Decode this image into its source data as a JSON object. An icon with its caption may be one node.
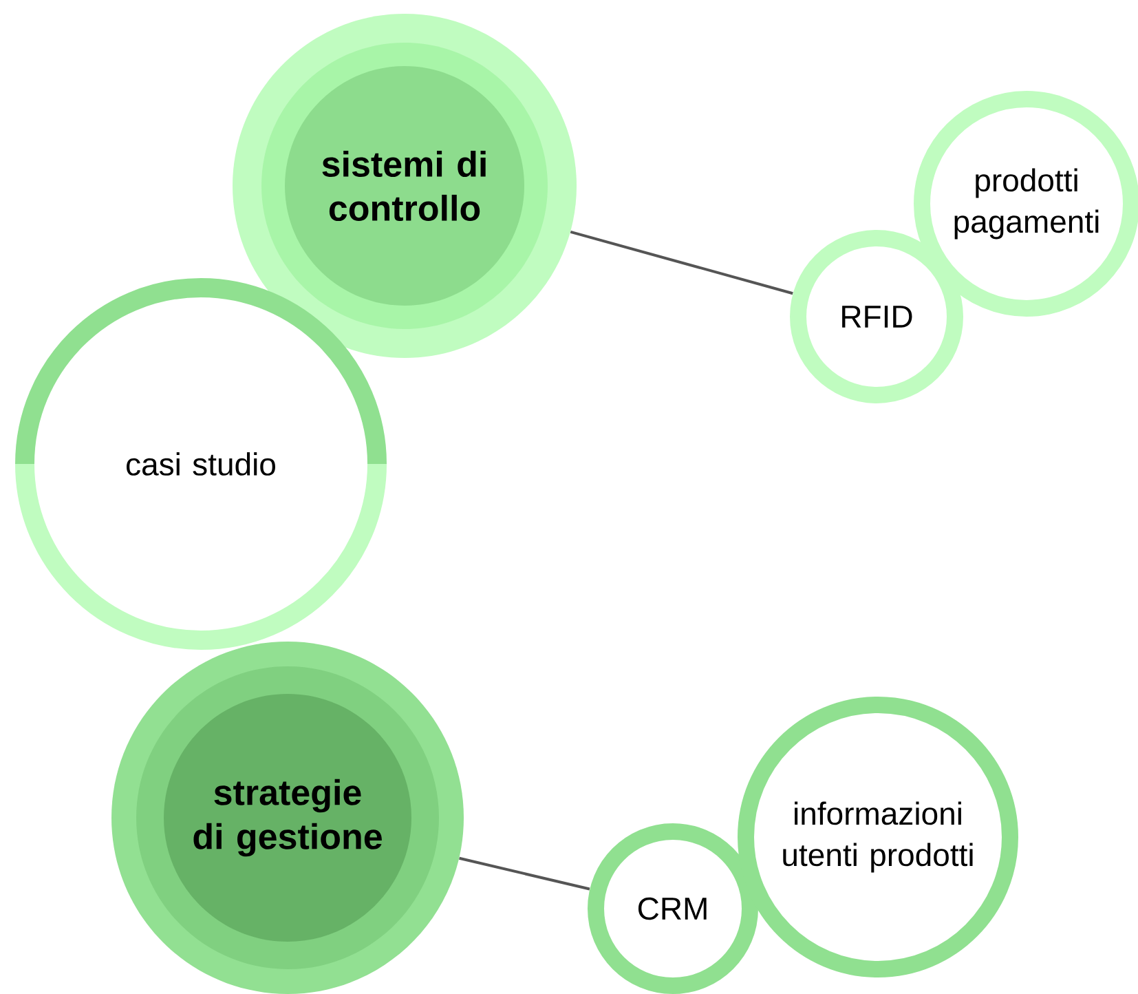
{
  "diagram": {
    "nodes": [
      {
        "text": [
          "sistemi di controllo"
        ]
      },
      {
        "text": [
          "RFID"
        ]
      },
      {
        "text": [
          "prodotti pagamenti"
        ]
      },
      {
        "text": [
          "casi studio"
        ]
      },
      {
        "text": [
          "strategie di gestione"
        ]
      },
      {
        "text": [
          "CRM"
        ]
      },
      {
        "text": [
          "informazioni utenti prodotti"
        ]
      }
    ],
    "edges": [
      {
        "from": 0,
        "to": 1,
        "arrow": "none"
      },
      {
        "from": 4,
        "to": 5,
        "arrow": "none"
      }
    ]
  }
}
